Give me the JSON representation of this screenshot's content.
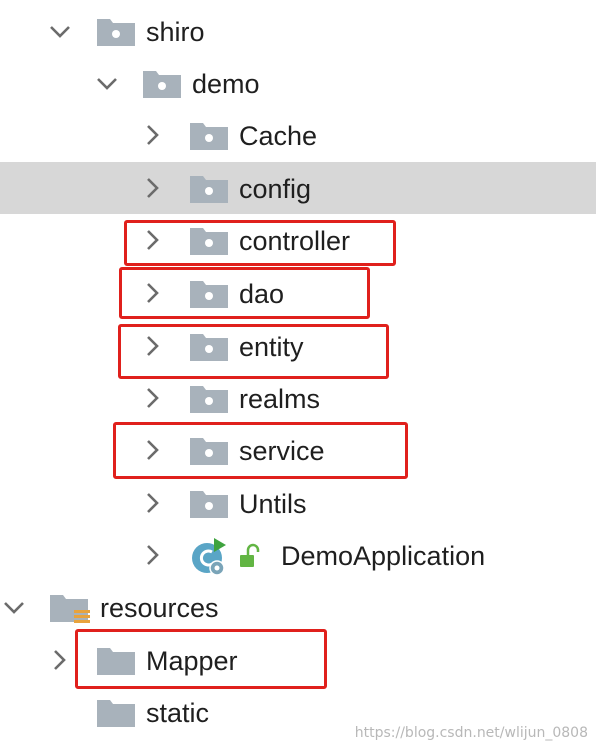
{
  "tree": {
    "shiro": {
      "label": "shiro",
      "expanded": true
    },
    "demo": {
      "label": "demo",
      "expanded": true
    },
    "cache": {
      "label": "Cache"
    },
    "config": {
      "label": "config",
      "selected": true
    },
    "controller": {
      "label": "controller",
      "highlighted": true
    },
    "dao": {
      "label": "dao",
      "highlighted": true
    },
    "entity": {
      "label": "entity",
      "highlighted": true
    },
    "realms": {
      "label": "realms"
    },
    "service": {
      "label": "service",
      "highlighted": true
    },
    "untils": {
      "label": "Untils"
    },
    "demo_application": {
      "label": "DemoApplication",
      "icon": "spring-boot-class-icon",
      "lock": "unlocked-lock-icon"
    },
    "resources": {
      "label": "resources",
      "expanded": true,
      "icon": "resources-folder-icon"
    },
    "mapper": {
      "label": "Mapper",
      "highlighted": true
    },
    "static": {
      "label": "static"
    }
  },
  "watermark": "https://blog.csdn.net/wlijun_0808",
  "colors": {
    "selection": "#d7d7d7",
    "highlight_border": "#e0201c",
    "package_folder": "#a8b2bb",
    "plain_folder": "#a8b2bb",
    "class_icon": "#5aa5c6",
    "run_arrow": "#3fa33f",
    "lock": "#62b543"
  }
}
